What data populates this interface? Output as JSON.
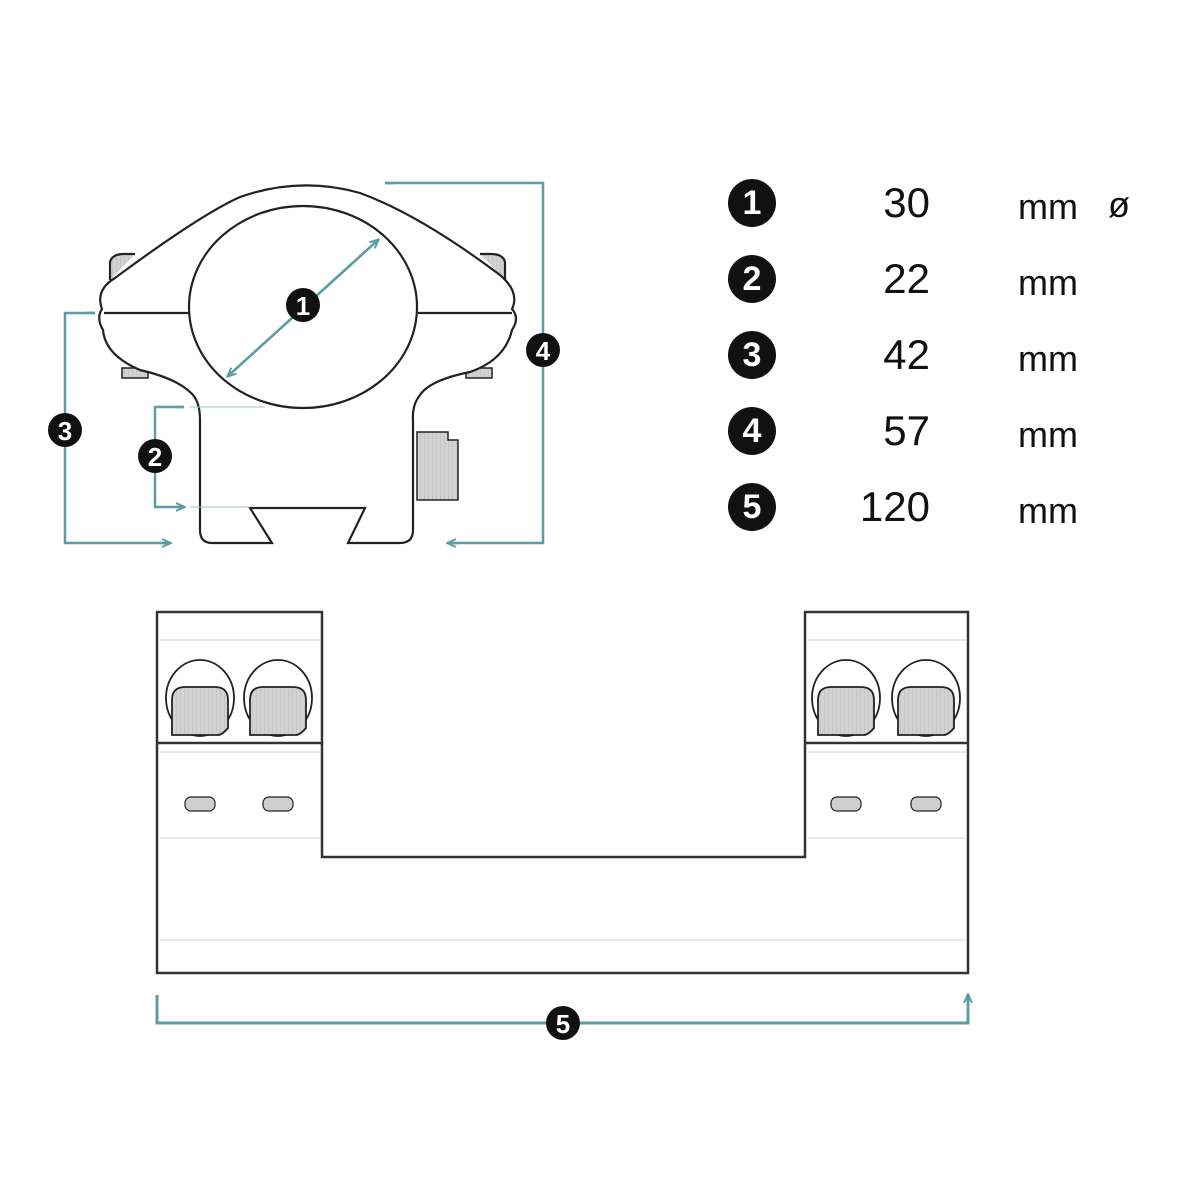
{
  "colors": {
    "dimension": "#5e9ea3",
    "outline": "#222222",
    "knurl": "#d2d2d2"
  },
  "callouts": [
    "1",
    "2",
    "3",
    "4",
    "5"
  ],
  "legend": [
    {
      "number": "1",
      "value": "30",
      "unit": "mm",
      "symbol": "ø"
    },
    {
      "number": "2",
      "value": "22",
      "unit": "mm"
    },
    {
      "number": "3",
      "value": "42",
      "unit": "mm"
    },
    {
      "number": "4",
      "value": "57",
      "unit": "mm"
    },
    {
      "number": "5",
      "value": "120",
      "unit": "mm"
    }
  ]
}
